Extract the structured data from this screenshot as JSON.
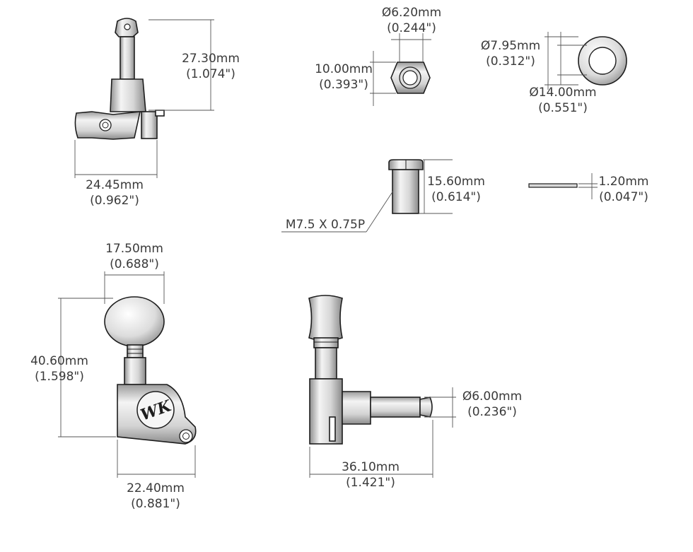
{
  "dimensions": {
    "tuner_top_height": {
      "mm": "27.30mm",
      "in": "(1.074\")"
    },
    "tuner_top_width": {
      "mm": "24.45mm",
      "in": "(0.962\")"
    },
    "nut_hole_diameter": {
      "mm": "Ø6.20mm",
      "in": "(0.244\")"
    },
    "nut_height": {
      "mm": "10.00mm",
      "in": "(0.393\")"
    },
    "washer_inner_diameter": {
      "mm": "Ø7.95mm",
      "in": "(0.312\")"
    },
    "washer_outer_diameter": {
      "mm": "Ø14.00mm",
      "in": "(0.551\")"
    },
    "bushing_height": {
      "mm": "15.60mm",
      "in": "(0.614\")"
    },
    "bushing_thread": {
      "label": "M7.5 X 0.75P"
    },
    "shim_thickness": {
      "mm": "1.20mm",
      "in": "(0.047\")"
    },
    "button_width": {
      "mm": "17.50mm",
      "in": "(0.688\")"
    },
    "front_height": {
      "mm": "40.60mm",
      "in": "(1.598\")"
    },
    "front_width": {
      "mm": "22.40mm",
      "in": "(0.881\")"
    },
    "post_diameter": {
      "mm": "Ø6.00mm",
      "in": "(0.236\")"
    },
    "side_length": {
      "mm": "36.10mm",
      "in": "(1.421\")"
    }
  },
  "logo": {
    "text": "WK"
  },
  "colors": {
    "line": "#1d1d1d",
    "metal_light": "#f3f3f3",
    "metal_dark": "#9a9a9a",
    "text": "#3a3a3a"
  }
}
